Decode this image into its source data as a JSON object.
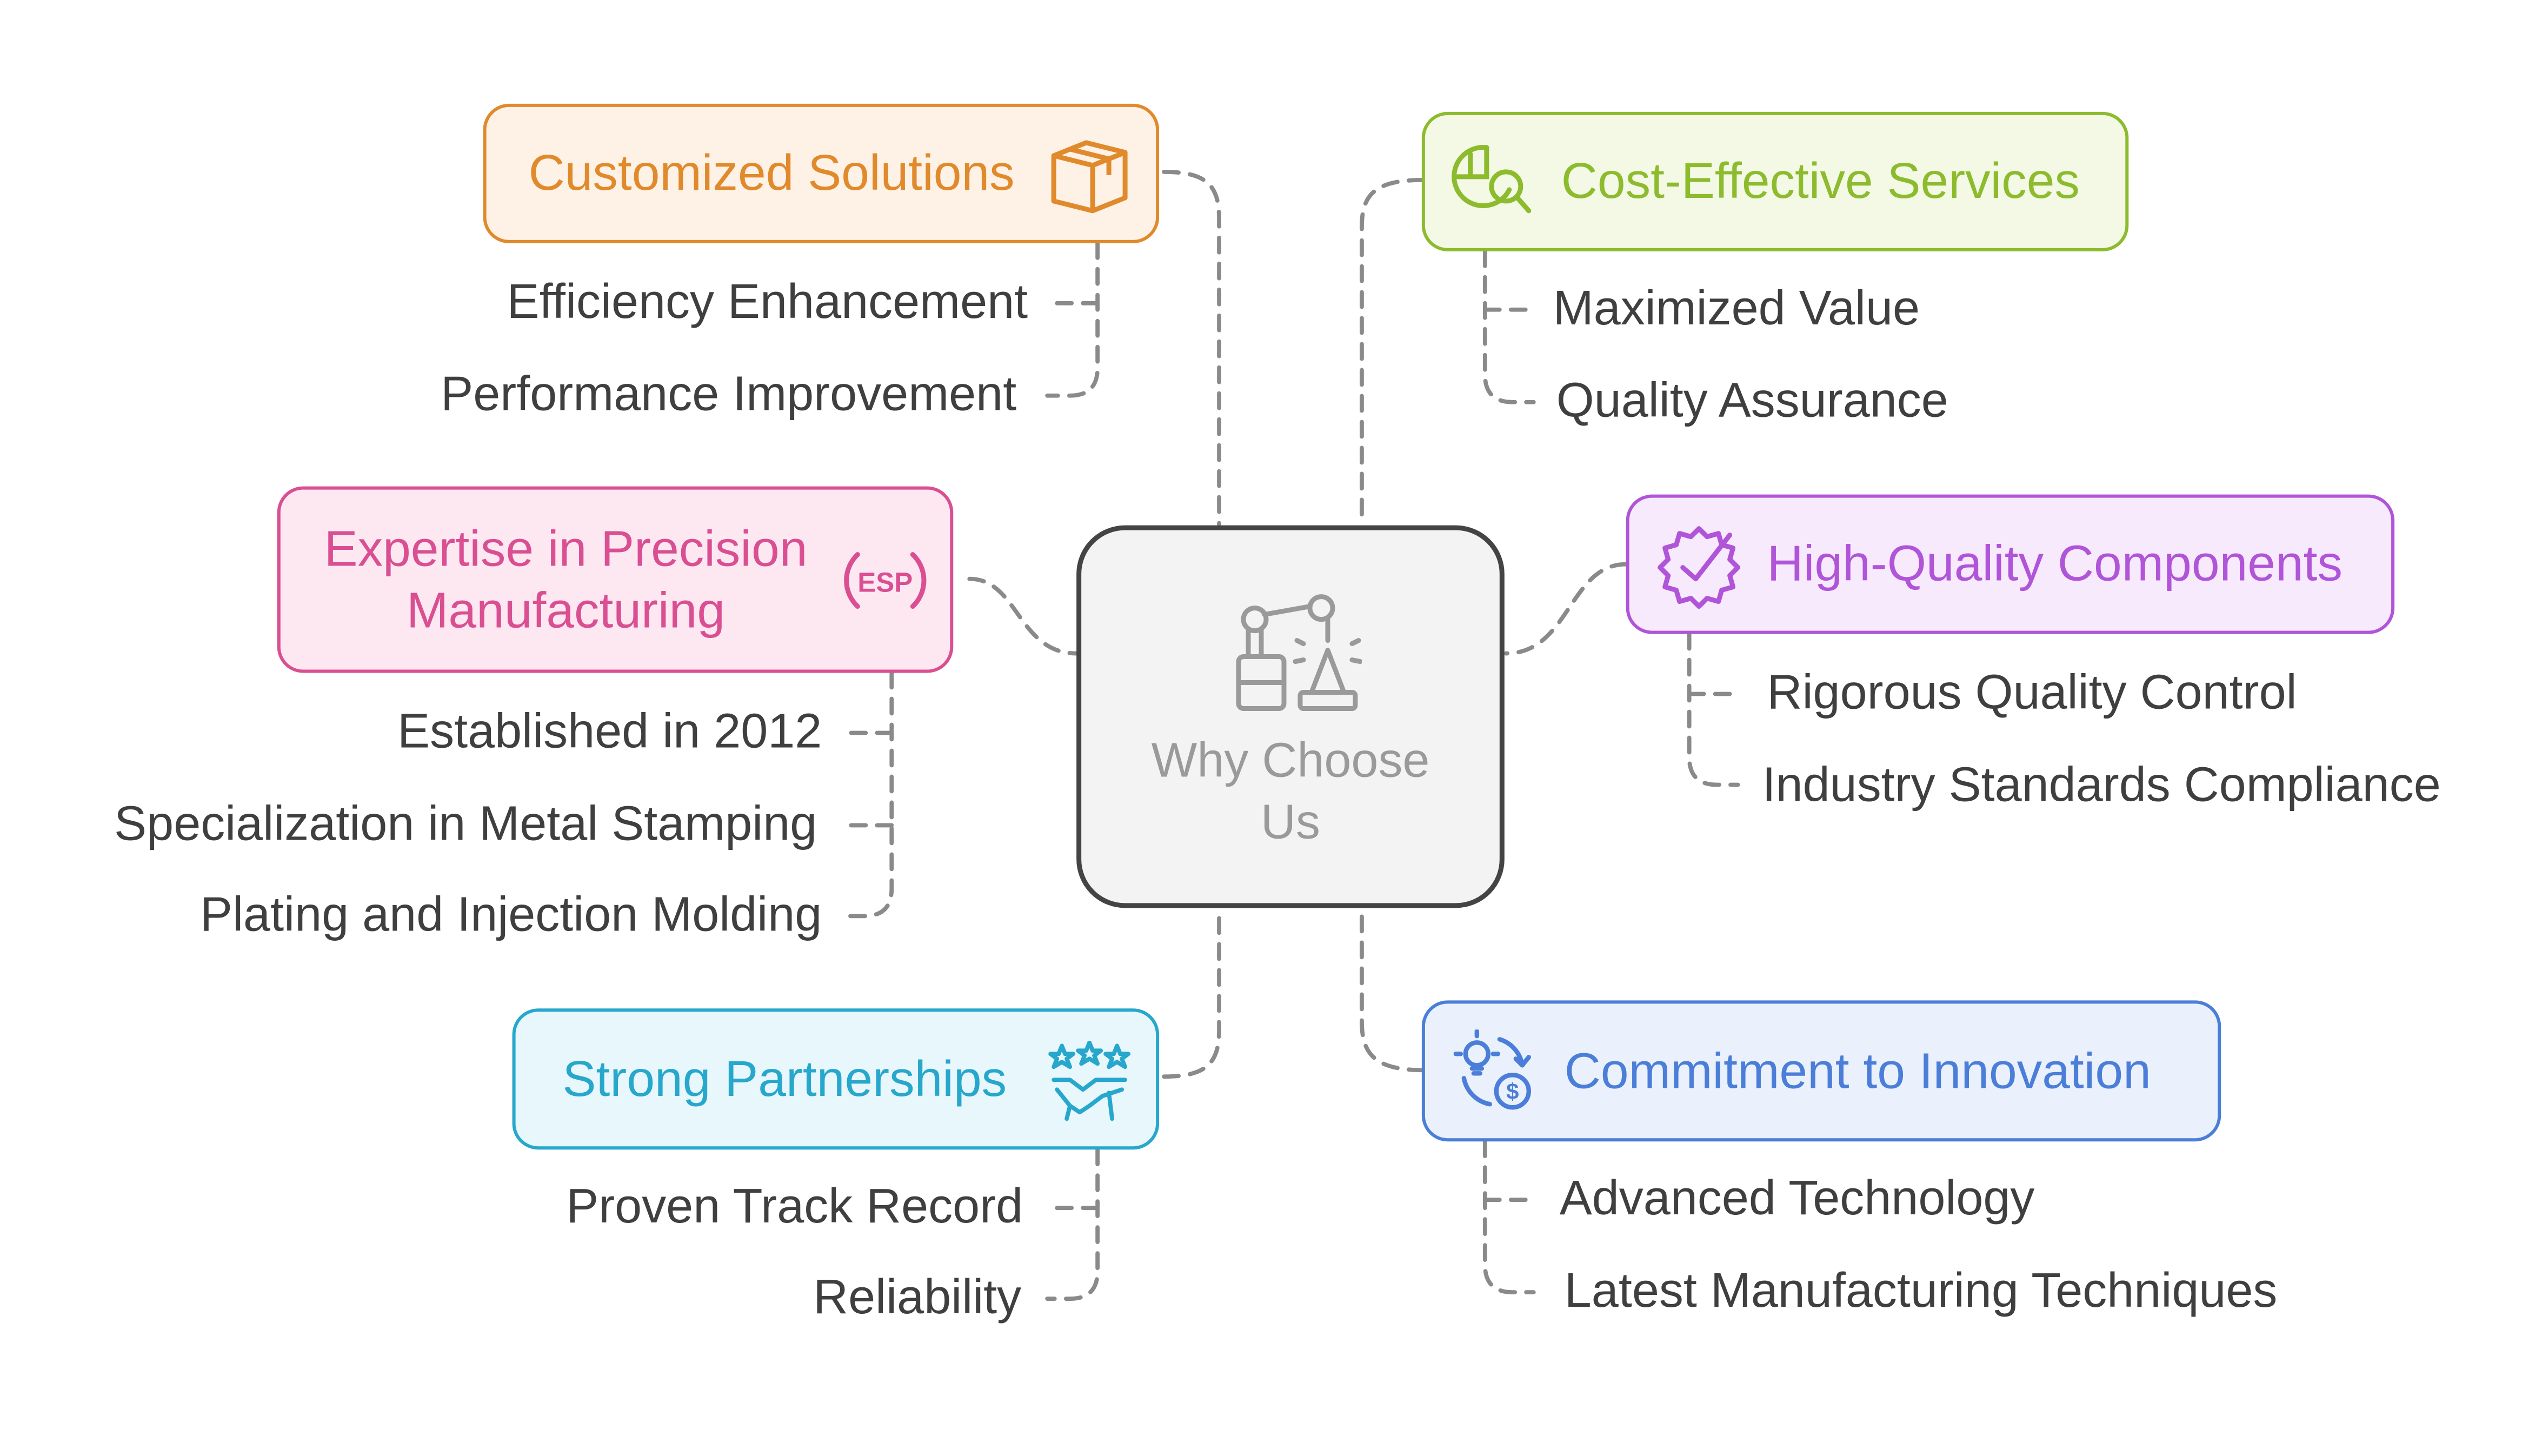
{
  "center": {
    "title": "Why Choose Us",
    "icon": "robot-arm-icon"
  },
  "branches": {
    "customized": {
      "title": "Customized Solutions",
      "icon": "box-icon",
      "color": "#E08A2C",
      "bg": "#FEF1E6",
      "items": [
        "Efficiency Enhancement",
        "Performance Improvement"
      ]
    },
    "cost": {
      "title": "Cost-Effective Services",
      "icon": "chart-search-icon",
      "color": "#8DBB2E",
      "bg": "#F3F9E4",
      "items": [
        "Maximized Value",
        "Quality Assurance"
      ]
    },
    "expertise": {
      "title": "Expertise in Precision Manufacturing",
      "title_line1": "Expertise in Precision",
      "title_line2": "Manufacturing",
      "icon": "esp-icon",
      "color": "#D94F92",
      "bg": "#FDE8F2",
      "items": [
        "Established in 2012",
        "Specialization in Metal Stamping",
        "Plating and Injection Molding"
      ]
    },
    "quality": {
      "title": "High-Quality Components",
      "icon": "gear-check-icon",
      "color": "#B054D8",
      "bg": "#F8EAFD",
      "items": [
        "Rigorous Quality Control",
        "Industry Standards Compliance"
      ]
    },
    "partnerships": {
      "title": "Strong Partnerships",
      "icon": "handshake-stars-icon",
      "color": "#27A7CC",
      "bg": "#E7F7FB",
      "items": [
        "Proven Track Record",
        "Reliability"
      ]
    },
    "innovation": {
      "title": "Commitment to Innovation",
      "icon": "innovation-cycle-icon",
      "color": "#4B7ED8",
      "bg": "#EAF1FC",
      "items": [
        "Advanced Technology",
        "Latest Manufacturing Techniques"
      ]
    }
  },
  "colors": {
    "connector": "#8a8a8a",
    "center_border": "#444444",
    "center_bg": "#F3F3F3",
    "center_text": "#9A9A9A",
    "item_text": "#3F3F3F"
  }
}
